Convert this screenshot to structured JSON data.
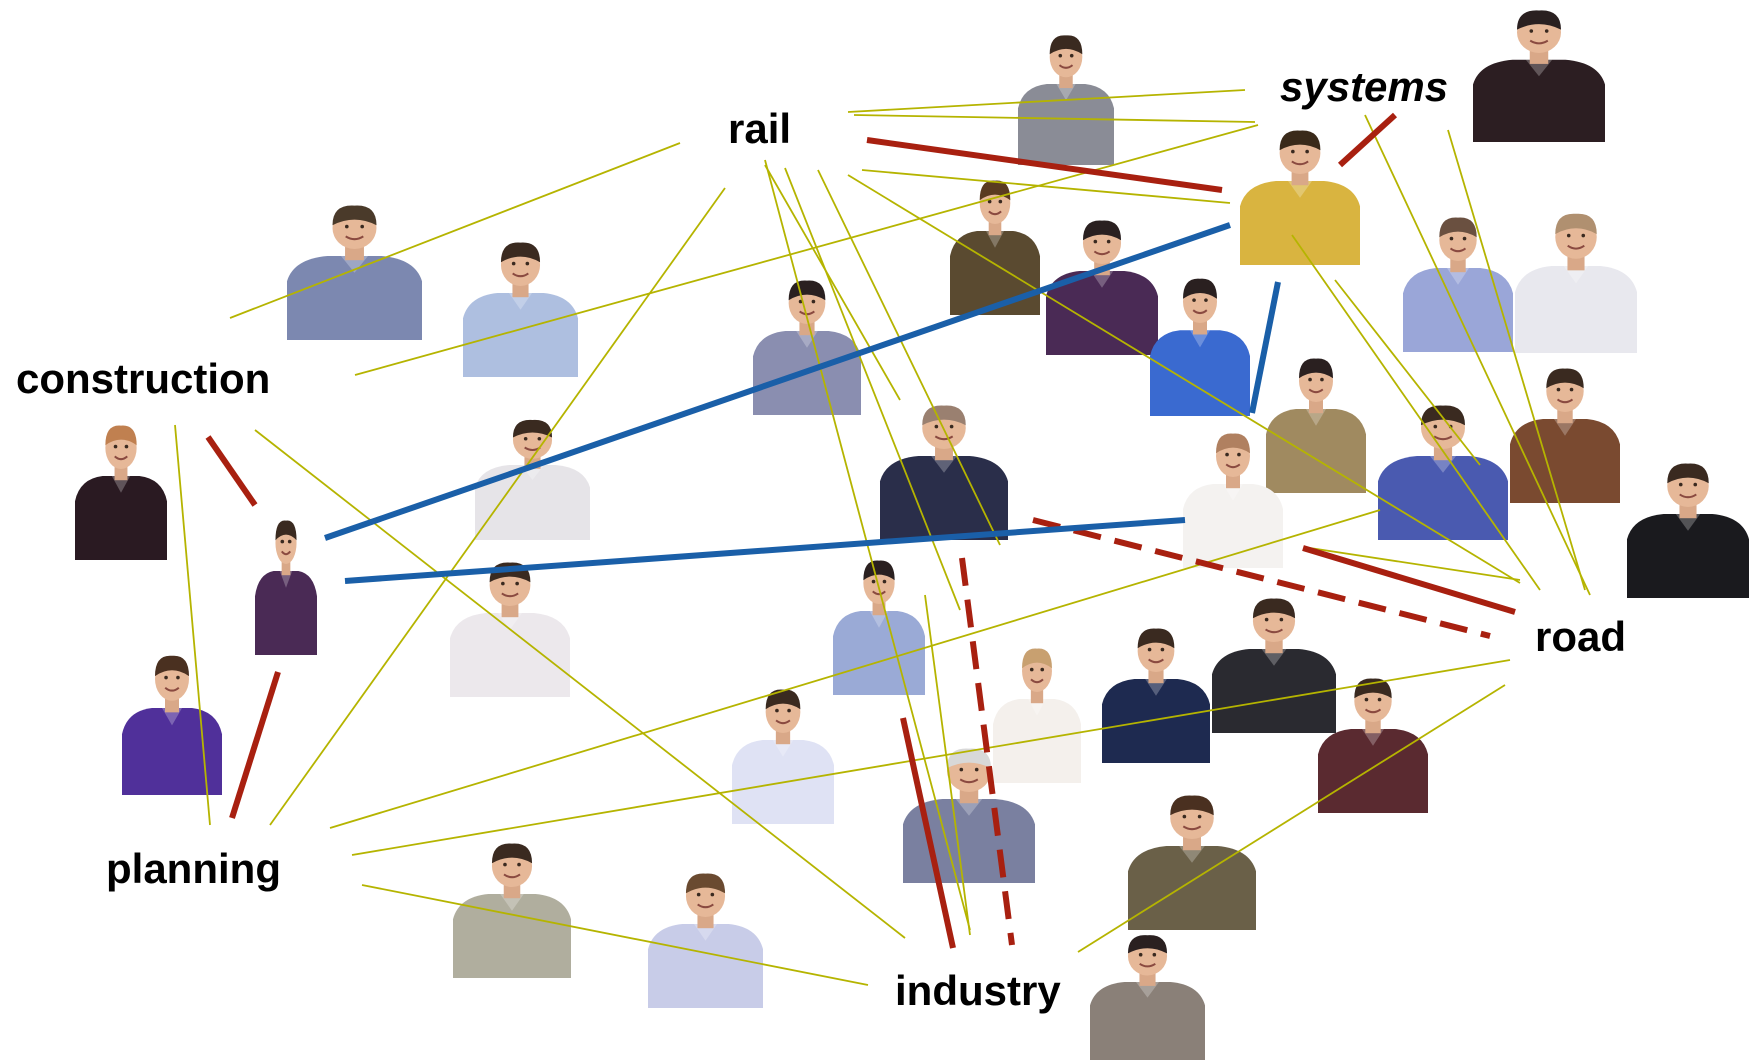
{
  "labels": {
    "rail": "rail",
    "systems": "systems",
    "construction": "construction",
    "road": "road",
    "planning": "planning",
    "industry": "industry"
  },
  "colors": {
    "thin_link": "#b5b400",
    "red_link": "#a82010",
    "blue_link": "#1a5fa8",
    "label_text": "#000000",
    "background": "#ffffff"
  },
  "people": [
    {
      "id": "p01",
      "shirt": "#8a8c96",
      "hair": "#3a2a20"
    },
    {
      "id": "p02",
      "shirt": "#2c1e22",
      "hair": "#2a2020"
    },
    {
      "id": "p03",
      "shirt": "#d9b440",
      "hair": "#3a2a1a"
    },
    {
      "id": "p04",
      "shirt": "#7c88b0",
      "hair": "#4a3a2a"
    },
    {
      "id": "p05",
      "shirt": "#aebfe0",
      "hair": "#3a2a20"
    },
    {
      "id": "p06",
      "shirt": "#5a4a30",
      "hair": "#5a3a20"
    },
    {
      "id": "p07",
      "shirt": "#4a2a55",
      "hair": "#2a2020"
    },
    {
      "id": "p08",
      "shirt": "#3a6ad0",
      "hair": "#2a2020"
    },
    {
      "id": "p09",
      "shirt": "#8a8eb0",
      "hair": "#2a2020"
    },
    {
      "id": "p10",
      "shirt": "#9aa6d8",
      "hair": "#6a5040"
    },
    {
      "id": "p11",
      "shirt": "#e8e8ee",
      "hair": "#b09070"
    },
    {
      "id": "p12",
      "shirt": "#a08a60",
      "hair": "#2a2020"
    },
    {
      "id": "p13",
      "shirt": "#7a4a30",
      "hair": "#3a2a20"
    },
    {
      "id": "p14",
      "shirt": "#2a2e4a",
      "hair": "#9a8070"
    },
    {
      "id": "p15",
      "shirt": "#f4f2f0",
      "hair": "#b08060"
    },
    {
      "id": "p16",
      "shirt": "#4a5ab0",
      "hair": "#3a2a20"
    },
    {
      "id": "p17",
      "shirt": "#1a1a1e",
      "hair": "#3a2a20"
    },
    {
      "id": "p18",
      "shirt": "#2a1a22",
      "hair": "#c08050"
    },
    {
      "id": "p19",
      "shirt": "#4a2a55",
      "hair": "#3a2a20"
    },
    {
      "id": "p20",
      "shirt": "#e6e4e8",
      "hair": "#3a2a20"
    },
    {
      "id": "p21",
      "shirt": "#ece8ec",
      "hair": "#3a2a20"
    },
    {
      "id": "p22",
      "shirt": "#9aaad6",
      "hair": "#2a2020"
    },
    {
      "id": "p23",
      "shirt": "#f4f0ec",
      "hair": "#c8a070"
    },
    {
      "id": "p24",
      "shirt": "#1e2a50",
      "hair": "#3a2a20"
    },
    {
      "id": "p25",
      "shirt": "#2a2a30",
      "hair": "#3a2a20"
    },
    {
      "id": "p26",
      "shirt": "#5a2a30",
      "hair": "#3a2a20"
    },
    {
      "id": "p27",
      "shirt": "#50309a",
      "hair": "#4a3020"
    },
    {
      "id": "p28",
      "shirt": "#dfe2f4",
      "hair": "#3a2a20"
    },
    {
      "id": "p29",
      "shirt": "#7a80a0",
      "hair": "#d8d8d8"
    },
    {
      "id": "p30",
      "shirt": "#6a6048",
      "hair": "#4a3020"
    },
    {
      "id": "p31",
      "shirt": "#b0ae9e",
      "hair": "#3a2a20"
    },
    {
      "id": "p32",
      "shirt": "#c8cce8",
      "hair": "#6a4a30"
    },
    {
      "id": "p33",
      "shirt": "#8a8078",
      "hair": "#2a2020"
    }
  ]
}
